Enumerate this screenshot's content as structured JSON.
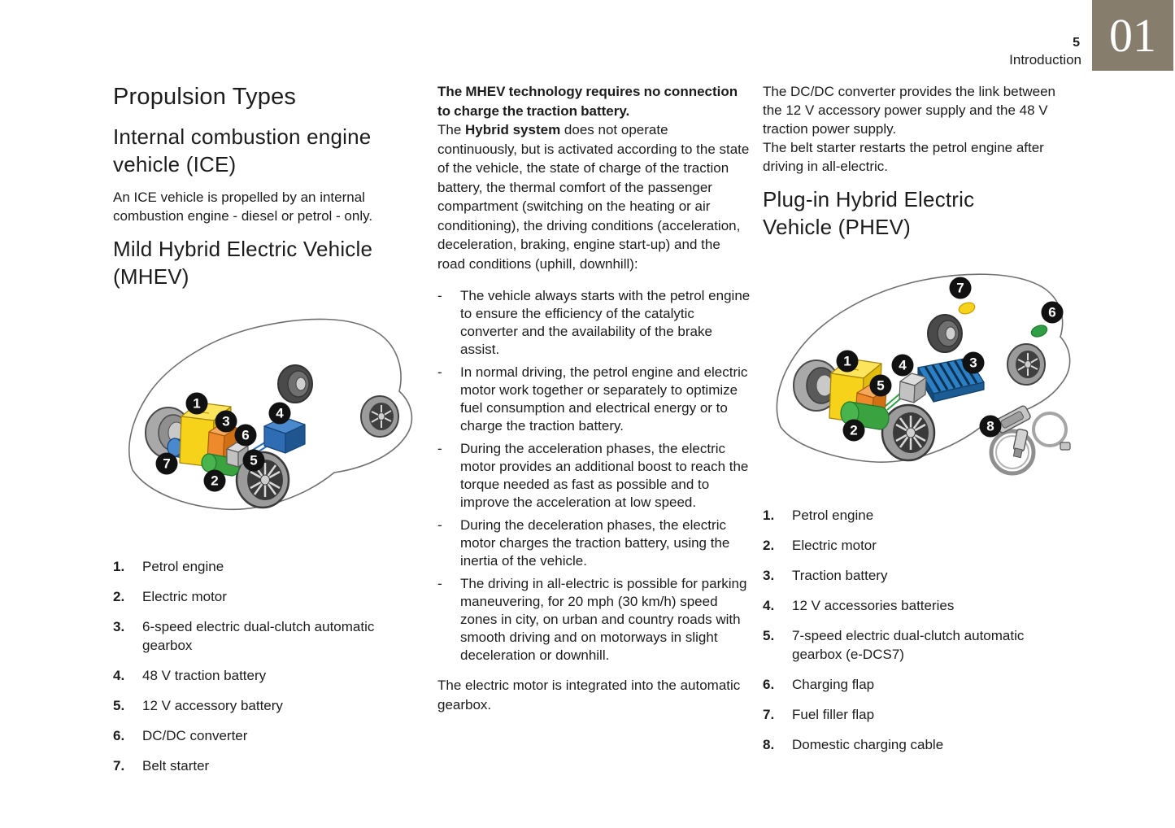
{
  "page": {
    "number": "5",
    "section": "Introduction",
    "chapter": "01"
  },
  "colors": {
    "chapter_box": "#867D6D",
    "engine_yellow": "#F6D21A",
    "gearbox_orange": "#EF8A2C",
    "motor_green": "#3AA23E",
    "battery_blue": "#2E6DB4",
    "phev_battery_blue": "#2B7FC4",
    "accessory_gray": "#C2C2C2",
    "flap_yellow": "#F6D21A",
    "flap_green": "#2F9E44",
    "callout_black": "#111111"
  },
  "left": {
    "title": "Propulsion Types",
    "ice_heading_lines": [
      "Internal combustion engine",
      "vehicle (ICE)"
    ],
    "ice_body": "An ICE vehicle is propelled by an internal combustion engine - diesel or petrol - only.",
    "mhev_heading_lines": [
      "Mild Hybrid Electric Vehicle",
      "(MHEV)"
    ],
    "mhev_legend": [
      {
        "num": "1.",
        "label": "Petrol engine"
      },
      {
        "num": "2.",
        "label": "Electric motor"
      },
      {
        "num": "3.",
        "label": "6-speed electric dual-clutch automatic gearbox"
      },
      {
        "num": "4.",
        "label": "48 V traction battery"
      },
      {
        "num": "5.",
        "label": "12 V accessory battery"
      },
      {
        "num": "6.",
        "label": "DC/DC converter"
      },
      {
        "num": "7.",
        "label": "Belt starter"
      }
    ]
  },
  "middle": {
    "intro_bold": "The MHEV technology requires no connection to charge the traction battery.",
    "para_pre": "The ",
    "para_bold": "Hybrid system",
    "para_post": " does not operate continuously, but is activated according to the state of the vehicle, the state of charge of the traction battery, the thermal comfort of the passenger compartment (switching on the heating or air conditioning), the driving conditions (acceleration, deceleration, braking, engine start-up) and the road conditions (uphill, downhill):",
    "bullets": [
      {
        "marker": "-",
        "text": "The vehicle always starts with the petrol engine to ensure the efficiency of the catalytic converter and the availability of the brake assist."
      },
      {
        "marker": "-",
        "text": "In normal driving, the petrol engine and electric motor work together or separately to optimize fuel consumption and electrical energy or to charge the traction battery."
      },
      {
        "marker": "-",
        "text": "During the acceleration phases, the electric motor provides an additional boost to reach the torque needed as fast as possible and to improve the acceleration at low speed."
      },
      {
        "marker": "-",
        "text": "During the deceleration phases, the electric motor charges the traction battery, using the inertia of the vehicle."
      },
      {
        "marker": "-",
        "text": "The driving in all-electric is possible for parking maneuvering, for 20 mph (30 km/h) speed zones in city, on urban and country roads with smooth driving and on motorways in slight deceleration or downhill."
      }
    ],
    "closing": "The electric motor is integrated into the automatic gearbox."
  },
  "right": {
    "para1": "The DC/DC converter provides the link between the 12 V accessory power supply and the 48 V traction power supply.",
    "para2": "The belt starter restarts the petrol engine after driving in all-electric.",
    "phev_heading_lines": [
      "Plug-in Hybrid Electric",
      "Vehicle (PHEV)"
    ],
    "phev_legend": [
      {
        "num": "1.",
        "label": "Petrol engine"
      },
      {
        "num": "2.",
        "label": "Electric motor"
      },
      {
        "num": "3.",
        "label": "Traction battery"
      },
      {
        "num": "4.",
        "label": "12 V accessories batteries"
      },
      {
        "num": "5.",
        "label": "7-speed electric dual-clutch automatic gearbox (e-DCS7)"
      },
      {
        "num": "6.",
        "label": "Charging flap"
      },
      {
        "num": "7.",
        "label": "Fuel filler flap"
      },
      {
        "num": "8.",
        "label": "Domestic charging cable"
      }
    ]
  },
  "diagrams": {
    "mhev": {
      "callouts": [
        {
          "num": "1"
        },
        {
          "num": "2"
        },
        {
          "num": "3"
        },
        {
          "num": "4"
        },
        {
          "num": "5"
        },
        {
          "num": "6"
        },
        {
          "num": "7"
        }
      ]
    },
    "phev": {
      "callouts": [
        {
          "num": "1"
        },
        {
          "num": "2"
        },
        {
          "num": "3"
        },
        {
          "num": "4"
        },
        {
          "num": "5"
        },
        {
          "num": "6"
        },
        {
          "num": "7"
        },
        {
          "num": "8"
        }
      ]
    }
  }
}
